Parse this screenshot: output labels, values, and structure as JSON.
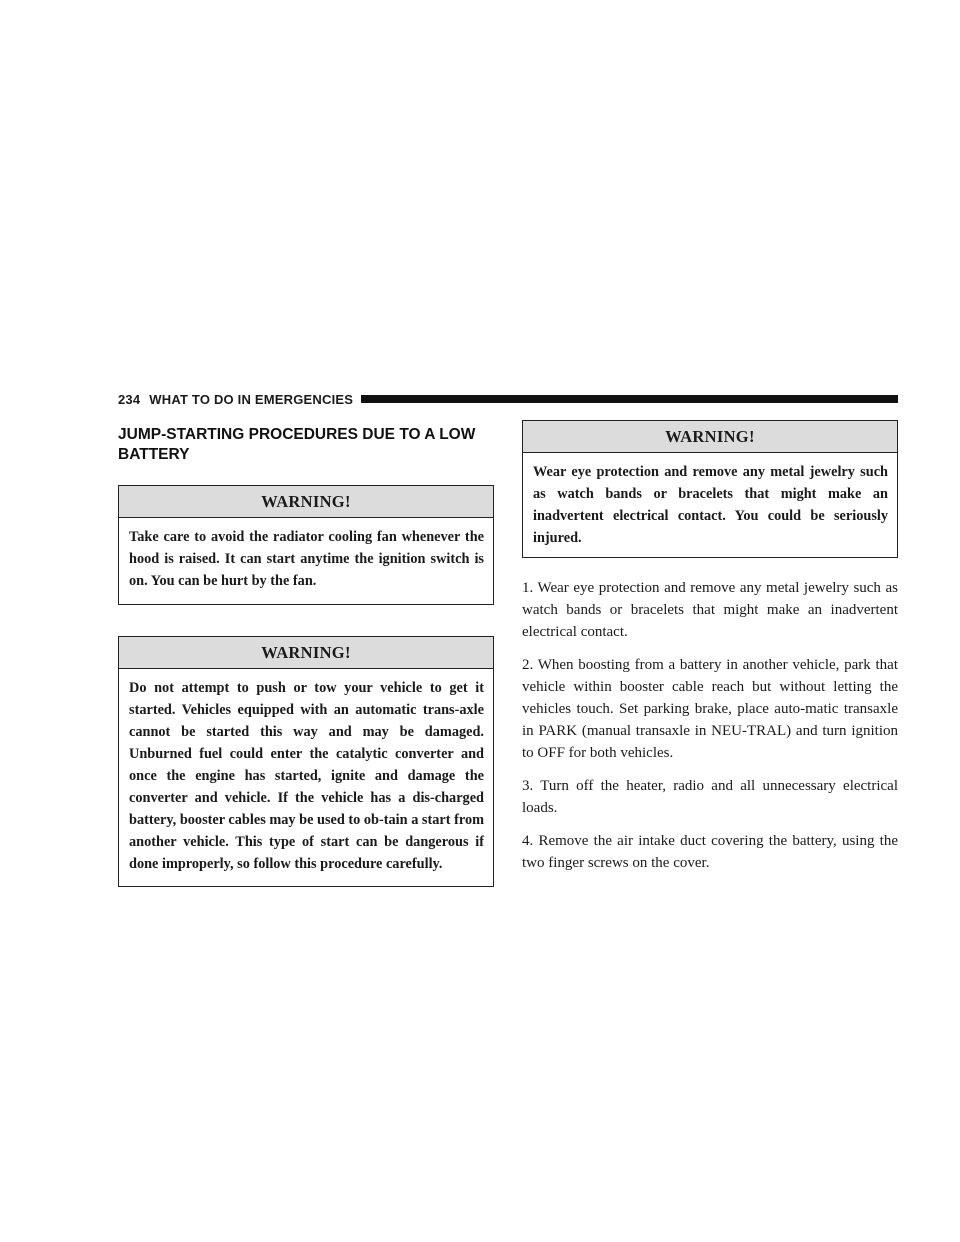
{
  "header": {
    "page_number": "234",
    "section_title": "WHAT TO DO IN EMERGENCIES"
  },
  "section": {
    "heading": "JUMP-STARTING PROCEDURES DUE TO A LOW BATTERY"
  },
  "warnings": [
    {
      "title": "WARNING!",
      "text": "Take care to avoid the radiator cooling fan whenever the hood is raised. It can start anytime the ignition switch is on. You can be hurt by the fan."
    },
    {
      "title": "WARNING!",
      "text": "Do not attempt to push or tow your vehicle to get it started. Vehicles equipped with an automatic trans-axle cannot be started this way and may be damaged. Unburned fuel could enter the catalytic converter and once the engine has started, ignite and damage the converter and vehicle. If the vehicle has a dis-charged battery, booster cables may be used to ob-tain a start from another vehicle. This type of start can be dangerous if done improperly, so follow this procedure carefully."
    },
    {
      "title": "WARNING!",
      "text": "Wear eye protection and remove any metal jewelry such as watch bands or bracelets that might make an inadvertent electrical contact. You could be seriously injured."
    }
  ],
  "steps": [
    "1. Wear eye protection and remove any metal jewelry such as watch bands or bracelets that might make an inadvertent electrical contact.",
    "2. When boosting from a battery in another vehicle, park that vehicle within booster cable reach but without letting the vehicles touch. Set parking brake, place auto-matic transaxle in PARK (manual transaxle in NEU-TRAL) and turn ignition to OFF for both vehicles.",
    "3. Turn off the heater, radio and all unnecessary electrical loads.",
    "4. Remove the air intake duct covering the battery, using the two finger screws on the cover."
  ]
}
